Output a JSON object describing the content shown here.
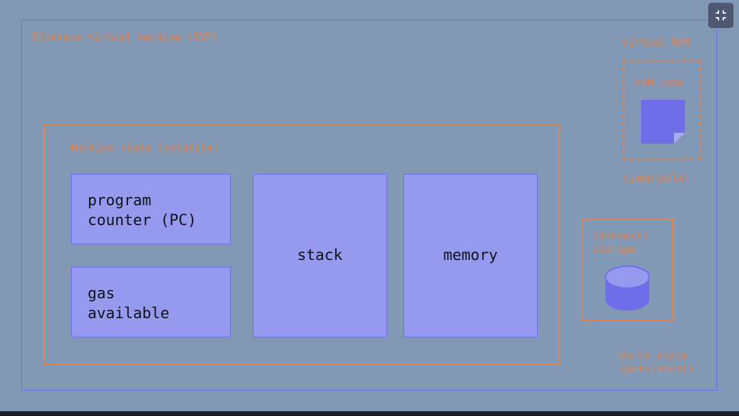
{
  "diagram": {
    "evm_title": "Ethereum virtual machine (EVM)",
    "machine_state_title": "Machine state (volatile)",
    "program_counter": "program\ncounter (PC)",
    "gas_available": "gas\navailable",
    "stack": "stack",
    "memory": "memory",
    "virtual_rom": "virtual ROM",
    "evm_code": "EVM code",
    "immutable": "(immutable)",
    "account_storage": "(account)\nstorage",
    "world_state": "World state\n(persistent)"
  },
  "colors": {
    "background": "#8299b6",
    "border_purple": "#6f6ee8",
    "border_orange": "#e2824f",
    "block_fill": "#9799ee"
  },
  "icons": [
    "document-icon",
    "database-icon",
    "exit-fullscreen-icon"
  ]
}
